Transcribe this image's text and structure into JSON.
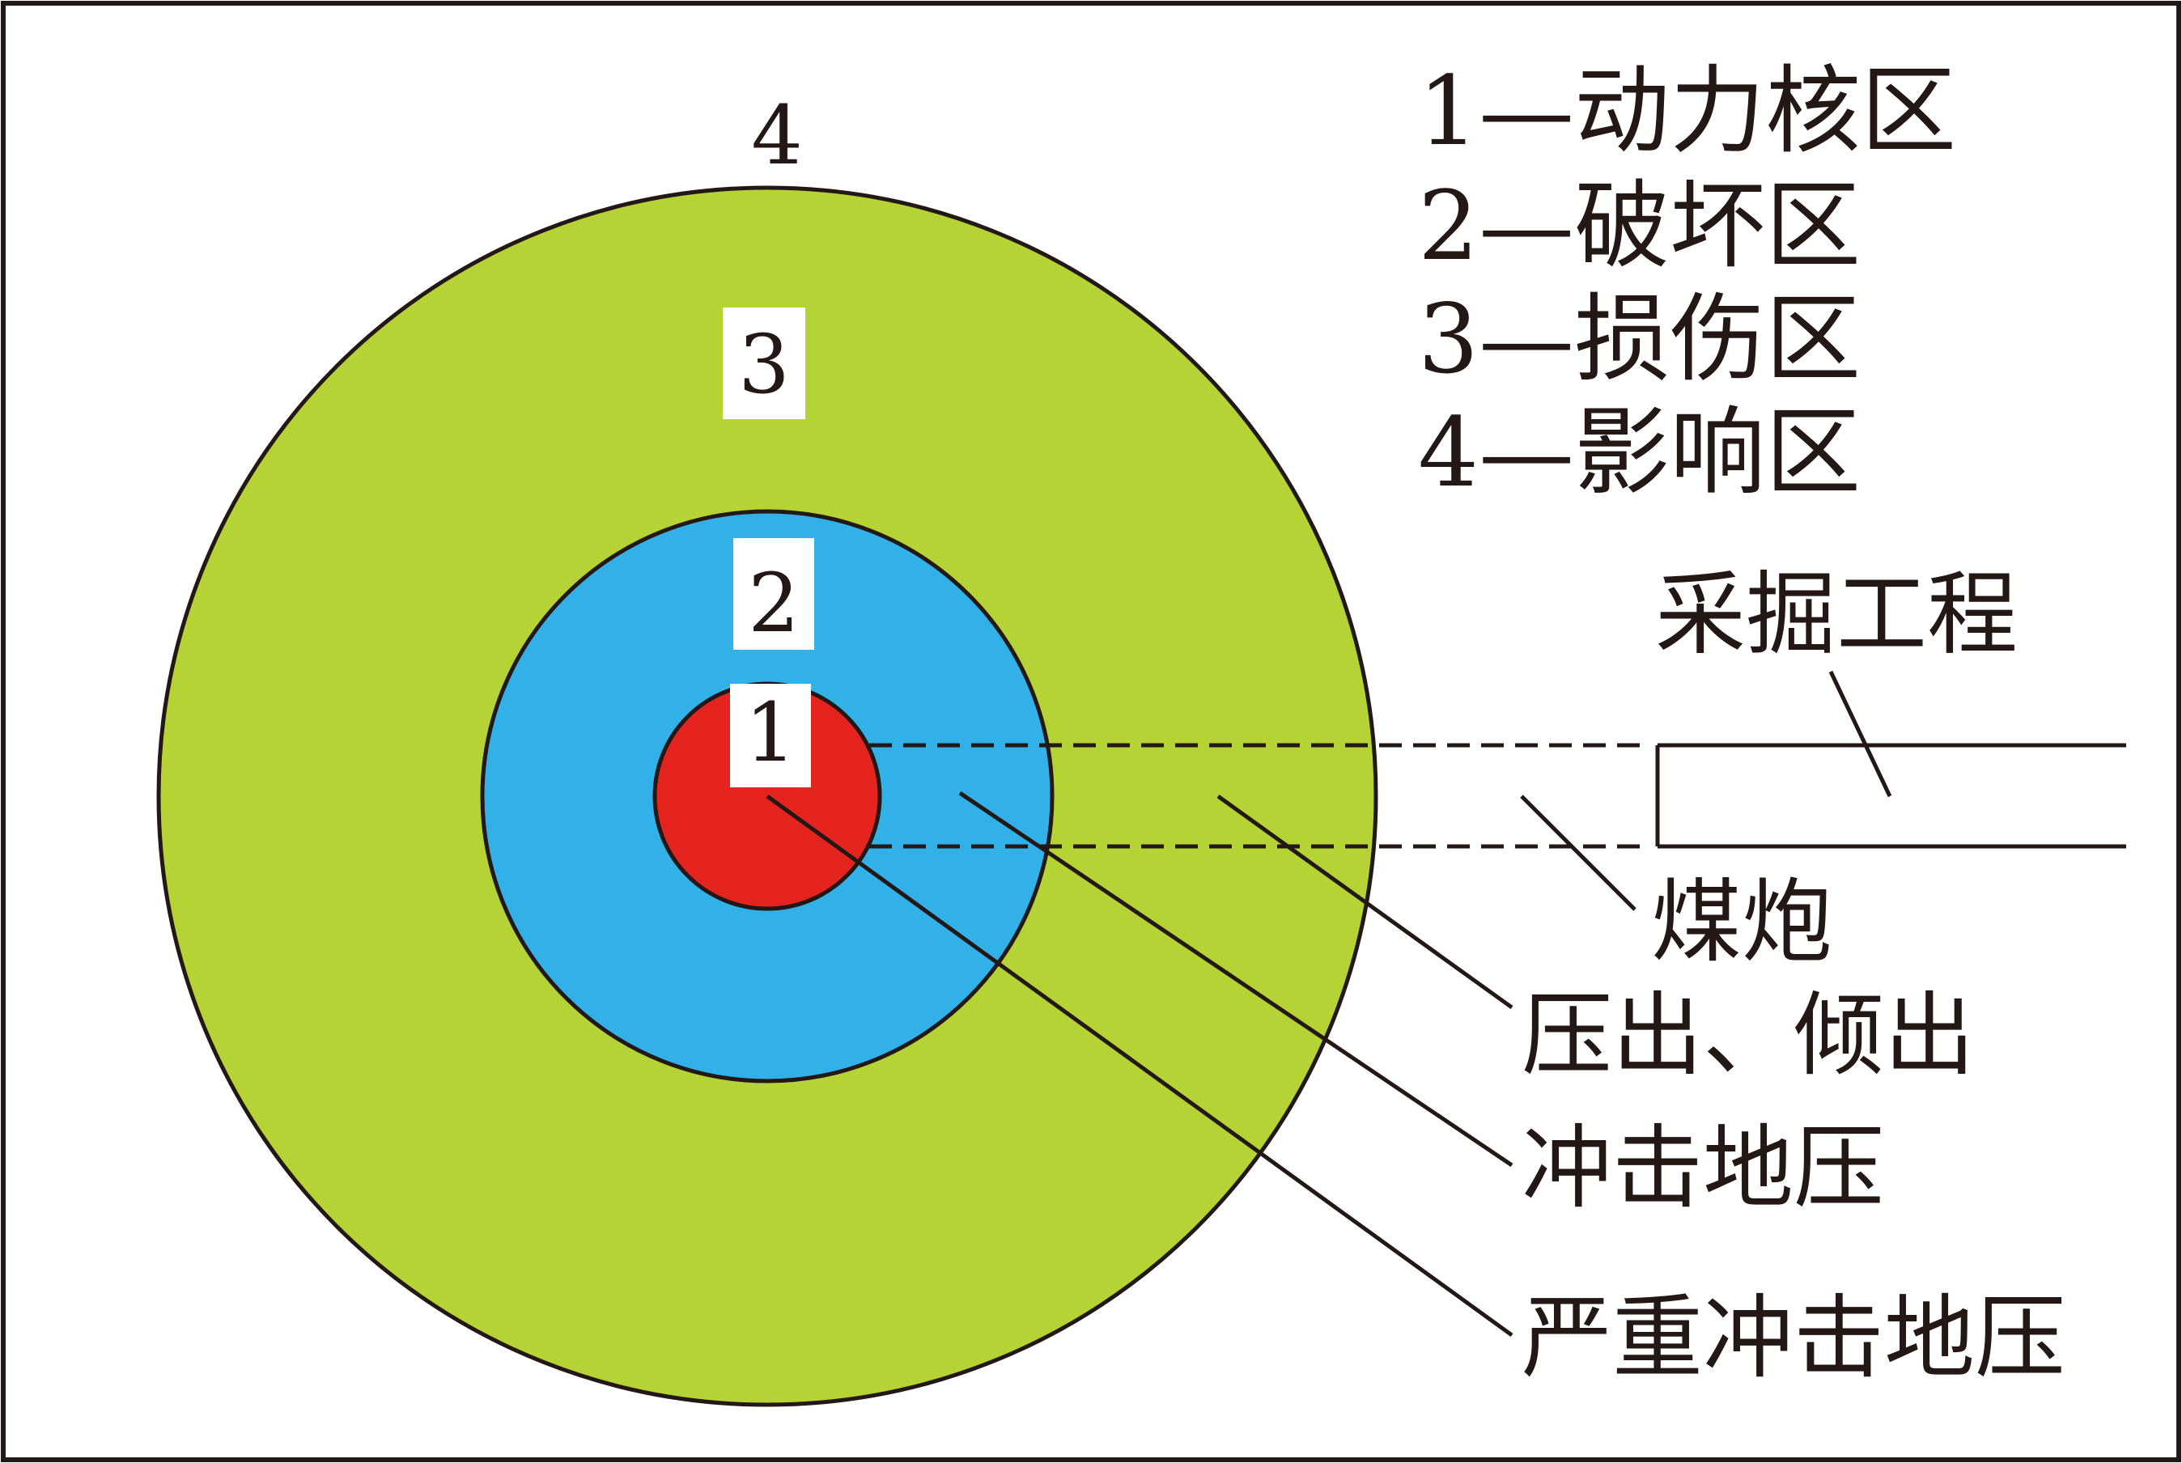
{
  "colors": {
    "zone3_fill": "#b5d334",
    "zone2_fill": "#32b1e8",
    "zone1_fill": "#e52420",
    "stroke": "#231815",
    "label_box": "#ffffff"
  },
  "outer_label": "4",
  "zones": [
    {
      "num": "1"
    },
    {
      "num": "2"
    },
    {
      "num": "3"
    }
  ],
  "legend": [
    {
      "text": "1—动力核区"
    },
    {
      "text": "2—破坏区"
    },
    {
      "text": "3—损伤区"
    },
    {
      "text": "4—影响区"
    }
  ],
  "callouts": {
    "excavation": "采掘工程",
    "coal_blast": "煤炮",
    "extrusion": "压出、倾出",
    "rockburst": "冲击地压",
    "severe_rockburst": "严重冲击地压"
  }
}
